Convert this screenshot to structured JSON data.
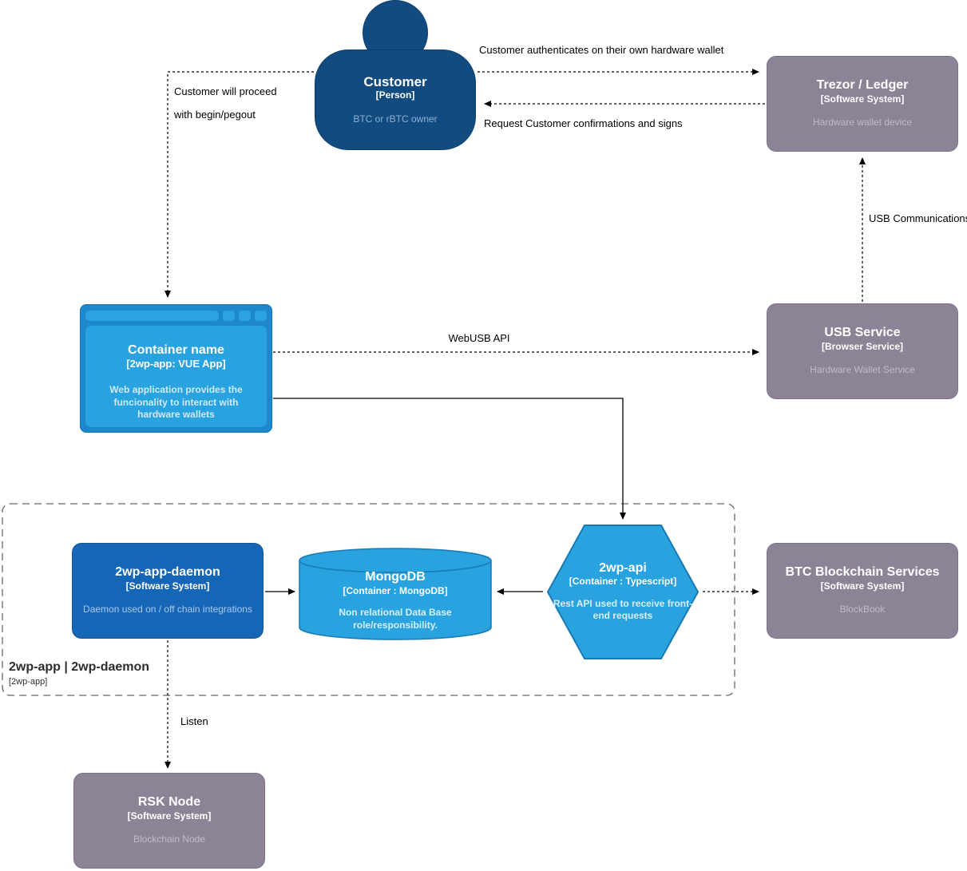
{
  "diagram": {
    "nodes": {
      "customer": {
        "title": "Customer",
        "type": "[Person]",
        "subtitle": "BTC or rBTC owner"
      },
      "trezor": {
        "title": "Trezor / Ledger",
        "type": "[Software System]",
        "subtitle": "Hardware wallet device"
      },
      "container_name": {
        "title": "Container name",
        "type": "[2wp-app: VUE App]",
        "subtitle": "Web application provides the funcionality to interact with hardware wallets"
      },
      "usb_service": {
        "title": "USB Service",
        "type": "[Browser Service]",
        "subtitle": "Hardware Wallet Service"
      },
      "daemon": {
        "title": "2wp-app-daemon",
        "type": "[Software System]",
        "subtitle": "Daemon used on / off chain integrations"
      },
      "mongodb": {
        "title": "MongoDB",
        "type": "[Container : MongoDB]",
        "subtitle": "Non relational Data Base role/responsibility."
      },
      "api": {
        "title": "2wp-api",
        "type": "[Container : Typescript]",
        "subtitle": "Rest API used to receive front-end requests"
      },
      "btc": {
        "title": "BTC Blockchain Services",
        "type": "[Software System]",
        "subtitle": "BlockBook"
      },
      "rsk": {
        "title": "RSK Node",
        "type": "[Software System]",
        "subtitle": "Blockchain Node"
      }
    },
    "boundary": {
      "title": "2wp-app | 2wp-daemon",
      "type": "[2wp-app]"
    },
    "edge_labels": {
      "auth": "Customer authenticates on their own hardware wallet",
      "request": "Request Customer confirmations and signs",
      "proceed_1": "Customer will proceed",
      "proceed_2": "with begin/pegout",
      "webusb": "WebUSB API",
      "usb_comm": "USB Communications",
      "listen": "Listen"
    },
    "colors": {
      "person": "#114b80",
      "system_blue": "#1666b8",
      "container_light_blue": "#29a3e0",
      "container_frame_blue": "#1e88cc",
      "external_gray": "#8c8496",
      "edge": "#000000",
      "boundary": "#666666"
    }
  }
}
